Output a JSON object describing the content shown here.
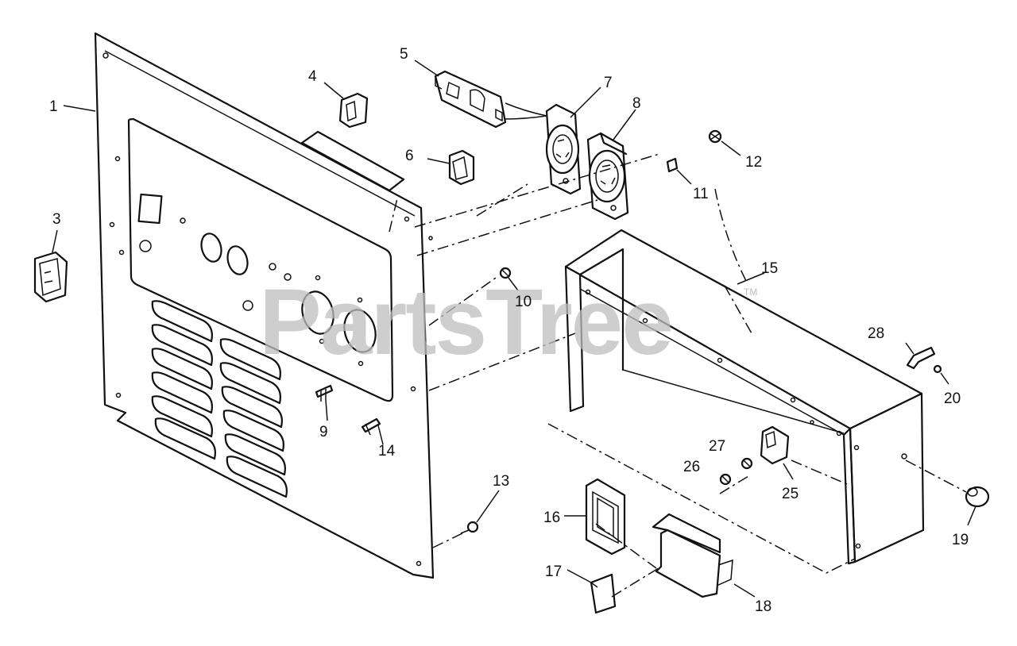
{
  "watermark": {
    "text": "PartsTree",
    "tm": "TM"
  },
  "callouts": {
    "c1": "1",
    "c3": "3",
    "c4": "4",
    "c5": "5",
    "c6": "6",
    "c7": "7",
    "c8": "8",
    "c9": "9",
    "c10": "10",
    "c11": "11",
    "c12": "12",
    "c13": "13",
    "c14": "14",
    "c15": "15",
    "c16": "16",
    "c17": "17",
    "c18": "18",
    "c19": "19",
    "c20": "20",
    "c25": "25",
    "c26": "26",
    "c27": "27",
    "c28": "28"
  }
}
